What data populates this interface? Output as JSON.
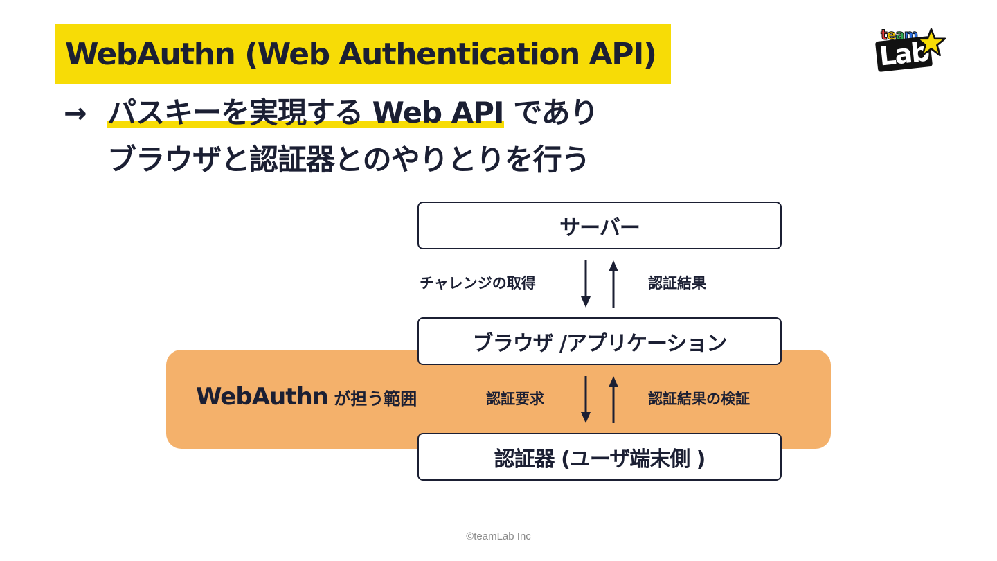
{
  "slide": {
    "title": "WebAuthn (Web Authentication API)",
    "subtitle_arrow": "→",
    "subtitle_line1_highlight": "パスキーを実現する",
    "subtitle_line1_rest_a": " Web API",
    "subtitle_line1_rest_b": " であり",
    "subtitle_line2": "ブラウザと認証器とのやりとりを行う"
  },
  "logo": {
    "team_t": "t",
    "team_e": "e",
    "team_a": "a",
    "team_m": "m",
    "lab": "Lab"
  },
  "diagram": {
    "server": "サーバー",
    "browser": "ブラウザ /アプリケーション",
    "authenticator": "認証器 (ユーザ端末側 )",
    "get_challenge": "チャレンジの取得",
    "auth_result": "認証結果",
    "auth_request": "認証要求",
    "verify_result": "認証結果の検証",
    "region_label_en": "WebAuthn",
    "region_label_ja": " が担う範囲"
  },
  "footer": {
    "copyright": "©teamLab Inc"
  },
  "colors": {
    "accent_yellow": "#f7dc06",
    "region_orange": "#f4b16b",
    "text_navy": "#1b1f33"
  }
}
